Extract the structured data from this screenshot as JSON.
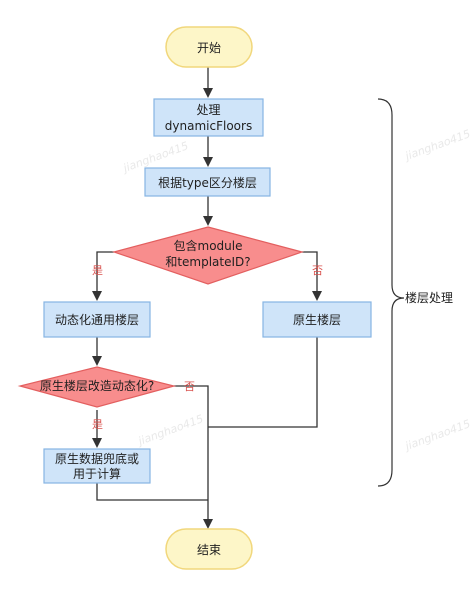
{
  "nodes": {
    "start": "开始",
    "process_floors_line1": "处理",
    "process_floors_line2": "dynamicFloors",
    "split_by_type": "根据type区分楼层",
    "decision_module_line1": "包含module",
    "decision_module_line2": "和templateID?",
    "dynamic_floor": "动态化通用楼层",
    "native_floor": "原生楼层",
    "decision_dynamic": "原生楼层改造动态化?",
    "fallback_line1": "原生数据兜底或",
    "fallback_line2": "用于计算",
    "end": "结束"
  },
  "edge_labels": {
    "yes_1": "是",
    "no_1": "否",
    "yes_2": "是",
    "no_2": "否"
  },
  "brace_label": "楼层处理",
  "watermarks": [
    "jianghao415",
    "jianghao415",
    "jianghao415",
    "jianghao415"
  ],
  "colors": {
    "terminal_fill": "#fdf6c8",
    "terminal_stroke": "#f1d77c",
    "process_fill": "#cfe4f9",
    "process_stroke": "#86b4e3",
    "decision_fill": "#f88d8d",
    "decision_stroke": "#e35f5f",
    "yes_label": "#d9534f",
    "no_label": "#d9534f",
    "line": "#333333"
  }
}
